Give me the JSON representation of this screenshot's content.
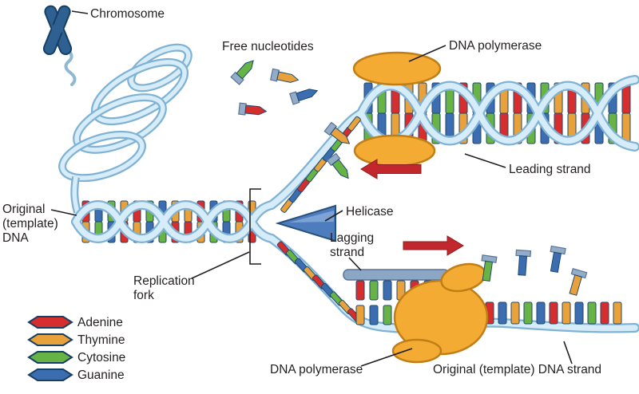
{
  "figure": {
    "name": "DNA replication diagram"
  },
  "labels": {
    "chromosome": "Chromosome",
    "free_nucleotides": "Free nucleotides",
    "dna_polymerase_top": "DNA polymerase",
    "leading_strand": "Leading strand",
    "helicase": "Helicase",
    "lagging_strand": [
      "Lagging",
      "strand"
    ],
    "original_dna": [
      "Original",
      "(template)",
      "DNA"
    ],
    "replication_fork": [
      "Replication",
      "fork"
    ],
    "dna_polymerase_bottom": "DNA polymerase",
    "original_template_strand": "Original (template) DNA strand"
  },
  "legend": {
    "items": [
      {
        "base": "A",
        "label": "Adenine",
        "color": "#d62e2e"
      },
      {
        "base": "T",
        "label": "Thymine",
        "color": "#e9a13b"
      },
      {
        "base": "C",
        "label": "Cytosine",
        "color": "#67b346"
      },
      {
        "base": "G",
        "label": "Guanine",
        "color": "#3c6db0"
      }
    ]
  },
  "colors": {
    "adenine": "#d62e2e",
    "thymine": "#e9a13b",
    "cytosine": "#67b346",
    "guanine": "#3c6db0",
    "base_outline": "#1d4a6e",
    "ribbon_edge": "#7fb2d4",
    "ribbon_fill": "#d6edf9",
    "polymerase": "#f3ab33",
    "helicase": "#4d7dbd",
    "cap": "#93acc7",
    "fragment": "#8ca6c6",
    "arrow_red": "#c1272d",
    "chromosome": "#2e6091",
    "text": "#231f20"
  },
  "base_colors": {
    "A": "adenine",
    "T": "thymine",
    "C": "cytosine",
    "G": "guanine"
  },
  "sequences": {
    "left_top": [
      "A",
      "G",
      "C",
      "T",
      "A",
      "C",
      "G",
      "T",
      "T",
      "A",
      "G",
      "C",
      "A",
      "T"
    ],
    "left_bottom": [
      "T",
      "C",
      "G",
      "A",
      "T",
      "G",
      "C",
      "A",
      "A",
      "T",
      "C",
      "G",
      "T",
      "A"
    ],
    "leading_top": [
      "G",
      "C",
      "A",
      "T",
      "T",
      "G",
      "C",
      "A",
      "C",
      "G",
      "T",
      "A",
      "G",
      "C",
      "T",
      "A",
      "T",
      "C",
      "G",
      "A"
    ],
    "leading_bottom": [
      "C",
      "G",
      "T",
      "A",
      "A",
      "C",
      "G",
      "T",
      "G",
      "C",
      "A",
      "T",
      "C",
      "G",
      "A",
      "T",
      "A",
      "G",
      "C",
      "T"
    ],
    "fork_upper": [
      "T",
      "G",
      "A",
      "C",
      "T",
      "G",
      "C",
      "A",
      "T"
    ],
    "fork_lower": [
      "A",
      "C",
      "G",
      "T",
      "A",
      "G",
      "C",
      "T",
      "A"
    ],
    "template_left": [
      "T",
      "G",
      "C",
      "A",
      "T",
      "C",
      "G"
    ],
    "fragment": [
      "A",
      "C",
      "G",
      "T",
      "A",
      "G",
      "C"
    ],
    "template_right": [
      "C",
      "A",
      "G",
      "T",
      "C",
      "G",
      "A",
      "T",
      "G",
      "C",
      "A",
      "T"
    ]
  }
}
